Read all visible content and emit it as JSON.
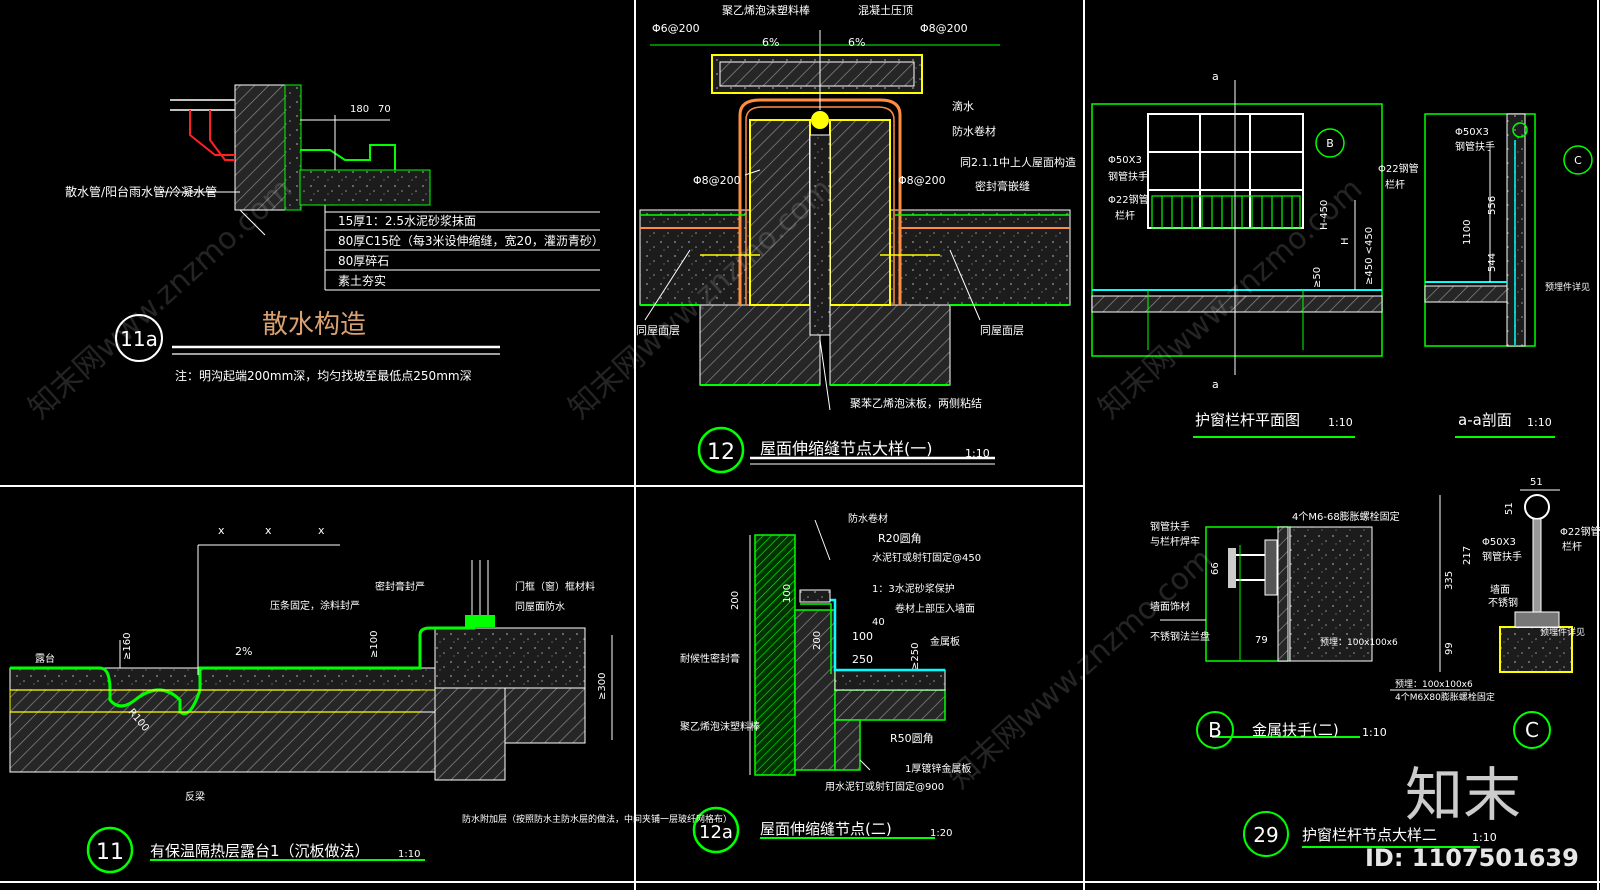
{
  "colors": {
    "background": "#000000",
    "frame": "#ffffff",
    "line_green": "#00ff00",
    "line_yellow": "#ffff00",
    "line_red": "#ff2020",
    "line_cyan": "#00ffff",
    "line_orange": "#ff8c40",
    "title_orange": "#d9a070",
    "hatch_gray": "#7a7a7a"
  },
  "panel_11a": {
    "callout": "散水管/阳台雨水管/冷凝水管",
    "layers": [
      "15厚1：2.5水泥砂浆抹面",
      "80厚C15砼（每3米设伸缩缝，宽20，灌沥青砂）",
      "80厚碎石",
      "素土夯实"
    ],
    "dims": [
      "180",
      "70"
    ],
    "badge": "11a",
    "title": "散水构造",
    "note": "注：明沟起端200mm深，均匀找坡至最低点250mm深"
  },
  "panel_12": {
    "top_labels": [
      "Φ6@200",
      "聚乙烯泡沫塑料棒",
      "混凝土压顶",
      "Φ8@200"
    ],
    "slopes": [
      "6%",
      "6%"
    ],
    "right_labels": [
      "滴水",
      "防水卷材",
      "同2.1.1中上人屋面构造",
      "密封膏嵌缝"
    ],
    "mid_labels": [
      "Φ8@200",
      "Φ8@200"
    ],
    "side_labels": [
      "同屋面层",
      "同屋面层"
    ],
    "bottom_label": "聚苯乙烯泡沫板，两侧粘结",
    "badge": "12",
    "title": "屋面伸缩缝节点大样(一)",
    "scale": "1:10"
  },
  "panel_29": {
    "plan_labels": [
      "Φ50X3",
      "钢管扶手",
      "Φ22钢管",
      "栏杆"
    ],
    "section_labels": [
      "Φ50X3",
      "钢管扶手",
      "Φ22钢管",
      "栏杆",
      "预埋件详见"
    ],
    "plan_dims": [
      "H-450",
      "H",
      "≥50",
      "≥450 <450"
    ],
    "section_dims": [
      "1100",
      "556",
      "544"
    ],
    "markers": [
      "a",
      "a",
      "B",
      "C"
    ],
    "title_plan": "护窗栏杆平面图",
    "scale_plan": "1:10",
    "title_section": "a-a剖面",
    "scale_section": "1:10"
  },
  "panel_B": {
    "labels": [
      "钢管扶手",
      "与栏杆焊牢",
      "4个M6-68膨胀螺栓固定",
      "墙面饰材",
      "不锈钢法兰盘"
    ],
    "dims": [
      "66",
      "79"
    ],
    "bottom_note": "预埋：100x100x6",
    "badge": "B",
    "title": "金属扶手(二)",
    "scale": "1:10"
  },
  "panel_C": {
    "labels": [
      "Φ50X3",
      "钢管扶手",
      "Φ22钢管",
      "栏杆",
      "墙面",
      "不锈钢",
      "预埋件详见"
    ],
    "dims": [
      "51",
      "51",
      "217",
      "335",
      "99"
    ],
    "bottom_note": "预埋：100x100x6",
    "bottom_note2": "4个M6X80膨胀螺栓固定",
    "badge": "C"
  },
  "panel_29_footer": {
    "badge": "29",
    "title": "护窗栏杆节点大样二",
    "scale": "1:10"
  },
  "panel_11": {
    "top_dims": [
      "x",
      "x",
      "x"
    ],
    "left_labels": [
      "露台",
      "压条固定，涂料封严",
      "≥160"
    ],
    "top_right_labels": [
      "密封膏封严",
      "门框（窗）框材料",
      "同屋面防水"
    ],
    "mid_labels": [
      "2%",
      "≥100",
      "R100",
      "≥300"
    ],
    "bottom_labels": [
      "反梁",
      "防水附加层（按照防水主防水层的做法，中间夹铺一层玻纤网格布）"
    ],
    "badge": "11",
    "title": "有保温隔热层露台1（沉板做法）",
    "scale": "1:10"
  },
  "panel_12a": {
    "labels": [
      "防水卷材",
      "R20圆角",
      "水泥钉或射钉固定@450",
      "1：3水泥砂浆保护",
      "卷材上部压入墙面",
      "聚乙烯泡沫塑料棒",
      "耐候性密封膏",
      "金属板",
      "R50圆角",
      "1厚镀锌金属板",
      "用水泥钉或射钉固定@900"
    ],
    "dims": [
      "200",
      "100",
      "200",
      "100",
      "≥250",
      "250",
      "40"
    ],
    "badge": "12a",
    "title": "屋面伸缩缝节点(二)",
    "scale": "1:20"
  },
  "watermark": {
    "text": "知末网www.znzmo.com",
    "logo": "知末",
    "id": "ID: 1107501639"
  }
}
